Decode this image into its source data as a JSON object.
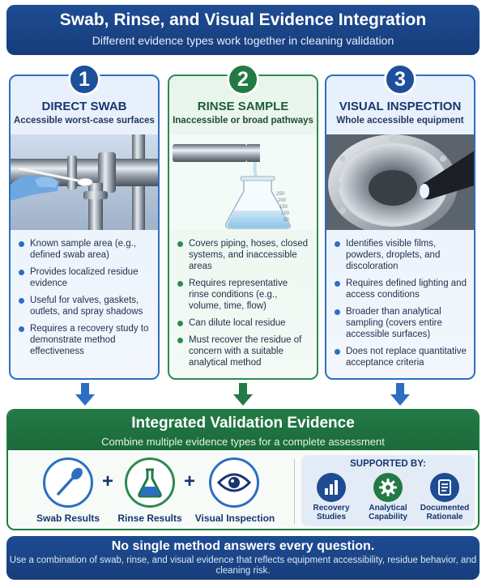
{
  "header": {
    "title": "Swab, Rinse, and Visual Evidence Integration",
    "subtitle": "Different evidence types work together in cleaning validation"
  },
  "columns": [
    {
      "number": "1",
      "title": "DIRECT SWAB",
      "subtitle": "Accessible worst-case surfaces",
      "bullets": [
        "Known sample area (e.g., defined swab area)",
        "Provides localized residue evidence",
        "Useful for valves, gaskets, outlets, and spray shadows",
        "Requires a recovery study to demonstrate method effectiveness"
      ]
    },
    {
      "number": "2",
      "title": "RINSE SAMPLE",
      "subtitle": "Inaccessible or broad pathways",
      "bullets": [
        "Covers piping, hoses, closed systems, and inaccessible areas",
        "Requires representative rinse conditions (e.g., volume, time, flow)",
        "Can dilute local residue",
        "Must recover the residue of concern with a suitable analytical method"
      ],
      "flask_marks": [
        "250",
        "200",
        "150",
        "100",
        "50"
      ]
    },
    {
      "number": "3",
      "title": "VISUAL INSPECTION",
      "subtitle": "Whole accessible equipment",
      "bullets": [
        "Identifies visible films, powders, droplets, and discoloration",
        "Requires defined lighting and access conditions",
        "Broader than analytical sampling (covers entire accessible surfaces)",
        "Does not replace quantitative acceptance criteria"
      ]
    }
  ],
  "integrated": {
    "title": "Integrated Validation Evidence",
    "subtitle": "Combine multiple evidence types for a complete assessment",
    "items": [
      "Swab Results",
      "Rinse Results",
      "Visual Inspection"
    ],
    "plus": "+",
    "supported_title": "SUPPORTED BY:",
    "supported": [
      "Recovery Studies",
      "Analytical Capability",
      "Documented Rationale"
    ]
  },
  "footer": {
    "title": "No single method answers every question.",
    "text": "Use a combination of swab, rinse, and visual evidence that reflects equipment accessibility, residue behavior, and cleaning risk."
  },
  "colors": {
    "navy": "#1e4c93",
    "blue_accent": "#2c6fc2",
    "green": "#237a45",
    "green_accent": "#2e8a53"
  }
}
